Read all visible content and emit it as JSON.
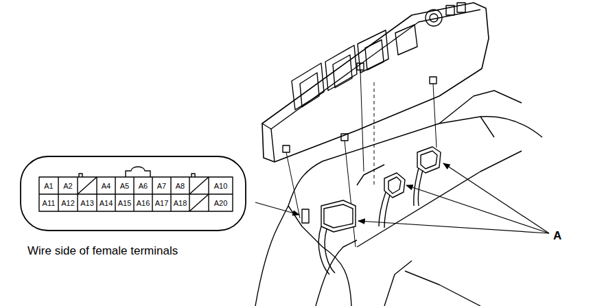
{
  "diagram": {
    "labels": [
      "A1",
      "A2",
      "A4",
      "A5",
      "A6",
      "A7",
      "A8",
      "A10",
      "A11",
      "A12",
      "A13",
      "A14",
      "A15",
      "A16",
      "A17",
      "A18",
      "A20",
      "Wire side of female terminals",
      "A"
    ]
  }
}
